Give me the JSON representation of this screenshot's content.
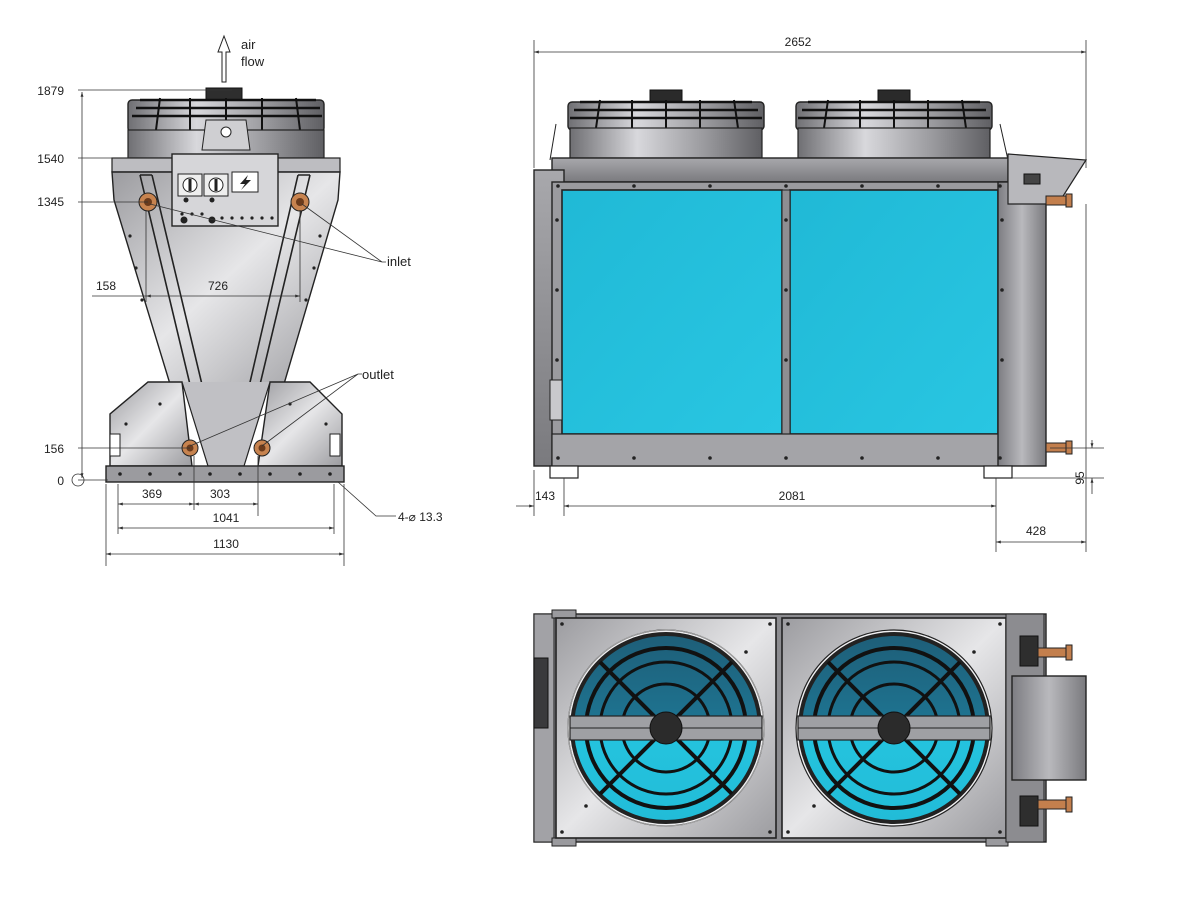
{
  "colors": {
    "coil": "#22bfdc",
    "coil_dark": "#1b8aa4",
    "frame": "#8e8e92",
    "frame_light": "#c9c9cc",
    "frame_dark": "#5e5e62",
    "outline": "#222222",
    "copper": "#b8744a",
    "fan_dark": "#2d2d2d"
  },
  "labels": {
    "air_flow": [
      "air",
      "flow"
    ],
    "inlet": "inlet",
    "outlet": "outlet",
    "holes": "4-⌀ 13.3"
  },
  "front_view": {
    "heights": {
      "top": "1879",
      "fan_base": "1540",
      "inlet": "1345",
      "outlet": "156",
      "zero": "0"
    },
    "widths": {
      "offset": "158",
      "coil_span": "726",
      "foot_to_outlet": "369",
      "outlet_span": "303",
      "foot_span": "1041",
      "overall": "1130"
    }
  },
  "side_view": {
    "overall_length": "2652",
    "foot_span": "2081",
    "front_offset": "143",
    "rear_box": "428",
    "outlet_height": "95"
  },
  "icons": [
    "arrow-up-icon",
    "lightning-icon",
    "switch-icon",
    "fan-icon",
    "pipe-icon"
  ]
}
